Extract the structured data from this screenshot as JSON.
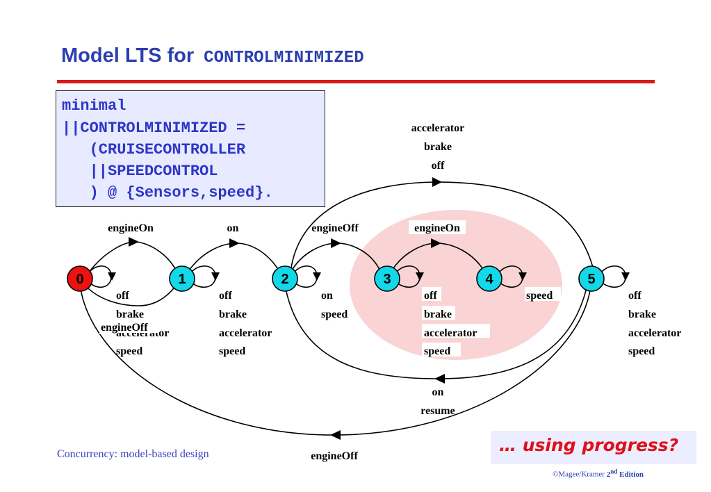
{
  "title": {
    "text": "Model LTS for",
    "mono": "CONTROLMINIMIZED"
  },
  "code_lines": [
    "minimal",
    "||CONTROLMINIMIZED =",
    "   (CRUISECONTROLLER",
    "   ||SPEEDCONTROL",
    "   ) @ {Sensors,speed}."
  ],
  "states": [
    "0",
    "1",
    "2",
    "3",
    "4",
    "5"
  ],
  "labels": {
    "top_loop": [
      "accelerator",
      "brake",
      "off"
    ],
    "t01": "engineOn",
    "t12": "on",
    "t23": "engineOff",
    "t34": "engineOn",
    "s0_self": [
      "off",
      "brake",
      "accelerator",
      "speed"
    ],
    "t10": "engineOff",
    "s1_self": [
      "off",
      "brake",
      "accelerator",
      "speed"
    ],
    "s2_self": [
      "on",
      "speed"
    ],
    "s3_self": [
      "off",
      "brake",
      "accelerator",
      "speed"
    ],
    "s4_self": "speed",
    "s5_self": [
      "off",
      "brake",
      "accelerator",
      "speed"
    ],
    "t52": [
      "on",
      "resume"
    ],
    "t50": "engineOff"
  },
  "footer": {
    "left": "Concurrency: model-based design",
    "right_prefix": "©Magee/Kramer",
    "right_num": "2",
    "right_sup": "nd",
    "right_suffix": "Edition"
  },
  "callout": "… using progress?",
  "colors": {
    "title": "#2b3fb0",
    "rule": "#d91a1a",
    "state0": "#ee1111",
    "state": "#13d8e8",
    "highlight": "#fad4d4",
    "callout": "#e0101a"
  }
}
